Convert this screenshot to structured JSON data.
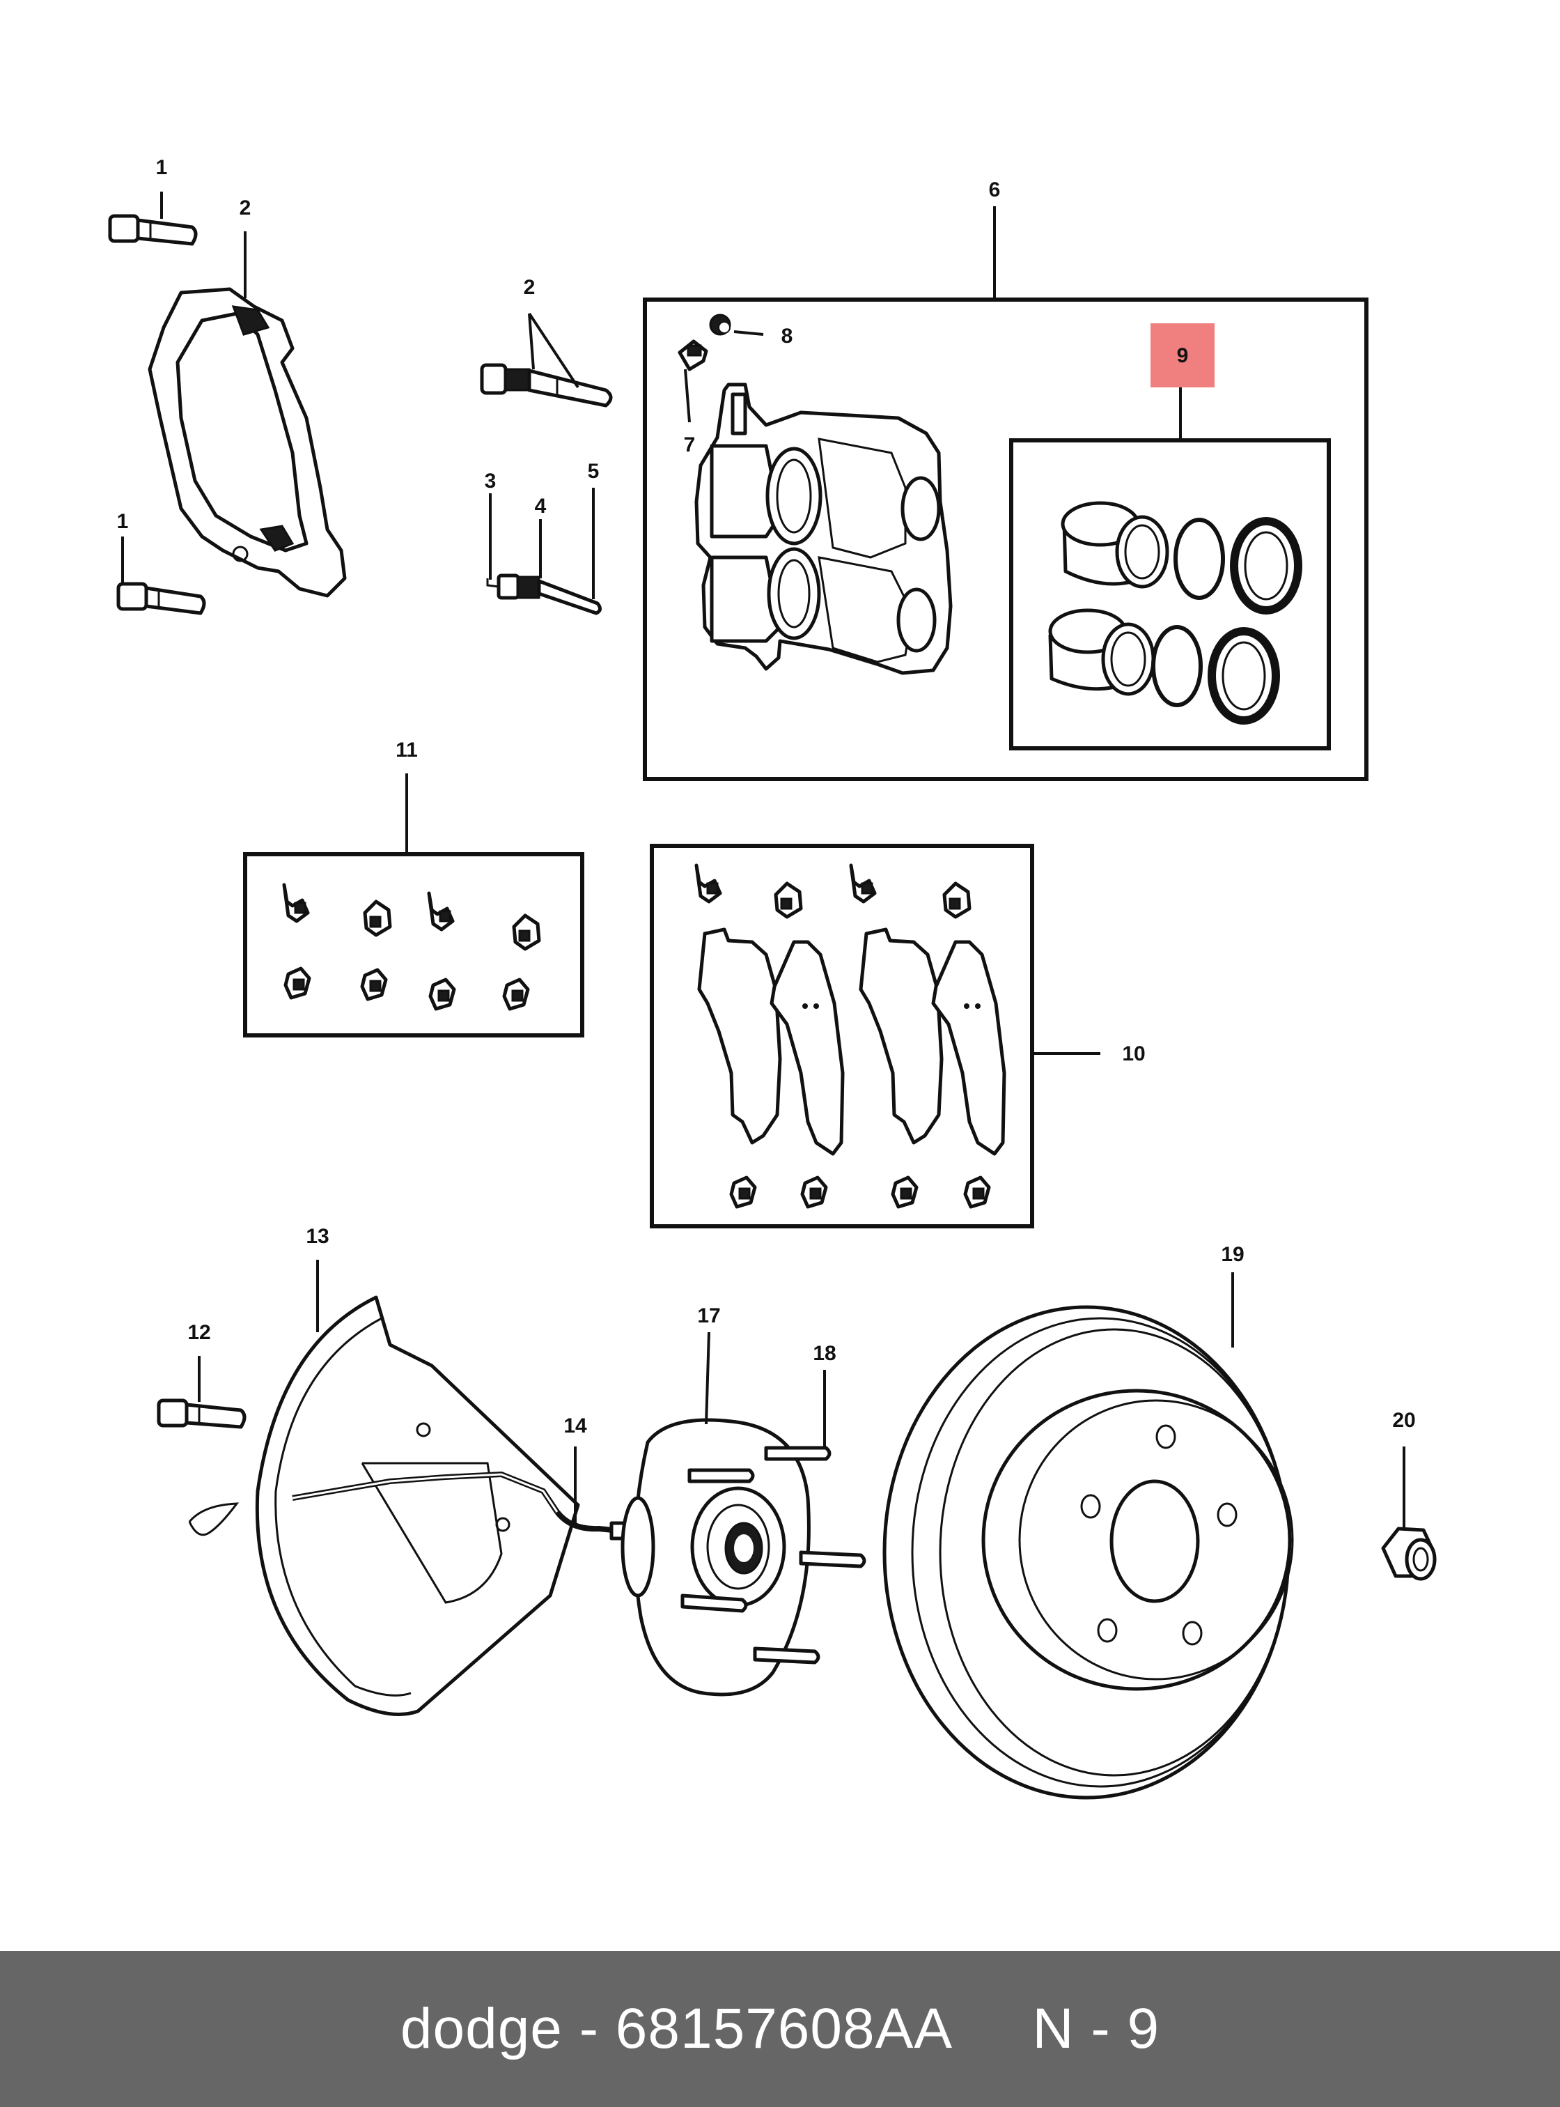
{
  "callouts": {
    "c1a": "1",
    "c2a": "2",
    "c1b": "1",
    "c2b": "2",
    "c3": "3",
    "c4": "4",
    "c5": "5",
    "c6": "6",
    "c7": "7",
    "c8": "8",
    "c9": "9",
    "c10": "10",
    "c11": "11",
    "c12": "12",
    "c13": "13",
    "c14": "14",
    "c17": "17",
    "c18": "18",
    "c19": "19",
    "c20": "20"
  },
  "highlight_color": "#f08080",
  "footer": {
    "text": "dodge - 68157608AA     N - 9"
  }
}
